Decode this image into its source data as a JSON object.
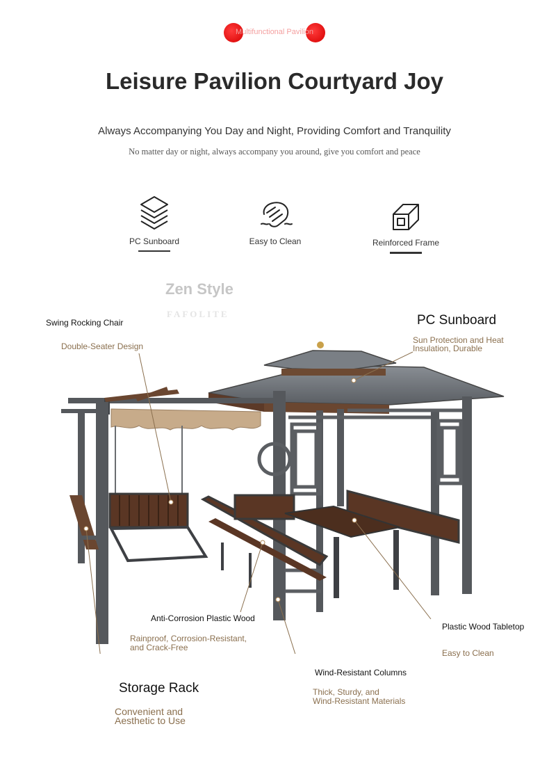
{
  "header": {
    "badge": "Multifunctional Pavilion",
    "title": "Leisure Pavilion Courtyard Joy",
    "subtitle": "Always Accompanying You Day and Night, Providing Comfort and Tranquility",
    "subtitle_en": "No matter day or night, always accompany you around, give you comfort and peace"
  },
  "features": [
    {
      "label": "PC Sunboard",
      "icon": "layers-icon"
    },
    {
      "label": "Easy to Clean",
      "icon": "wiping-hand-icon"
    },
    {
      "label": "Reinforced Frame",
      "icon": "frame-beam-icon"
    }
  ],
  "watermark": {
    "title": "Zen Style",
    "brand": "FAFOLITE"
  },
  "callouts": {
    "swing": {
      "label": "Swing Rocking Chair",
      "desc": "Double-Seater Design"
    },
    "sunboard": {
      "label": "PC Sunboard",
      "desc1": "Sun Protection and Heat",
      "desc2": "Insulation, Durable"
    },
    "wood": {
      "label": "Anti-Corrosion Plastic Wood",
      "desc1": "Rainproof, Corrosion-Resistant,",
      "desc2": "and Crack-Free"
    },
    "tabletop": {
      "label": "Plastic Wood Tabletop",
      "desc": "Easy to Clean"
    },
    "storage": {
      "label": "Storage Rack",
      "desc1": "Convenient and",
      "desc2": "Aesthetic to Use"
    },
    "columns": {
      "label": "Wind-Resistant Columns",
      "desc1": "Thick, Sturdy, and",
      "desc2": "Wind-Resistant Materials"
    }
  },
  "colors": {
    "accent_red": "#d60000",
    "frame_gray": "#55585c",
    "wood_brown": "#5e3a26",
    "roof_gray": "#6a6e73",
    "desc_brown": "#8a6f4e"
  }
}
